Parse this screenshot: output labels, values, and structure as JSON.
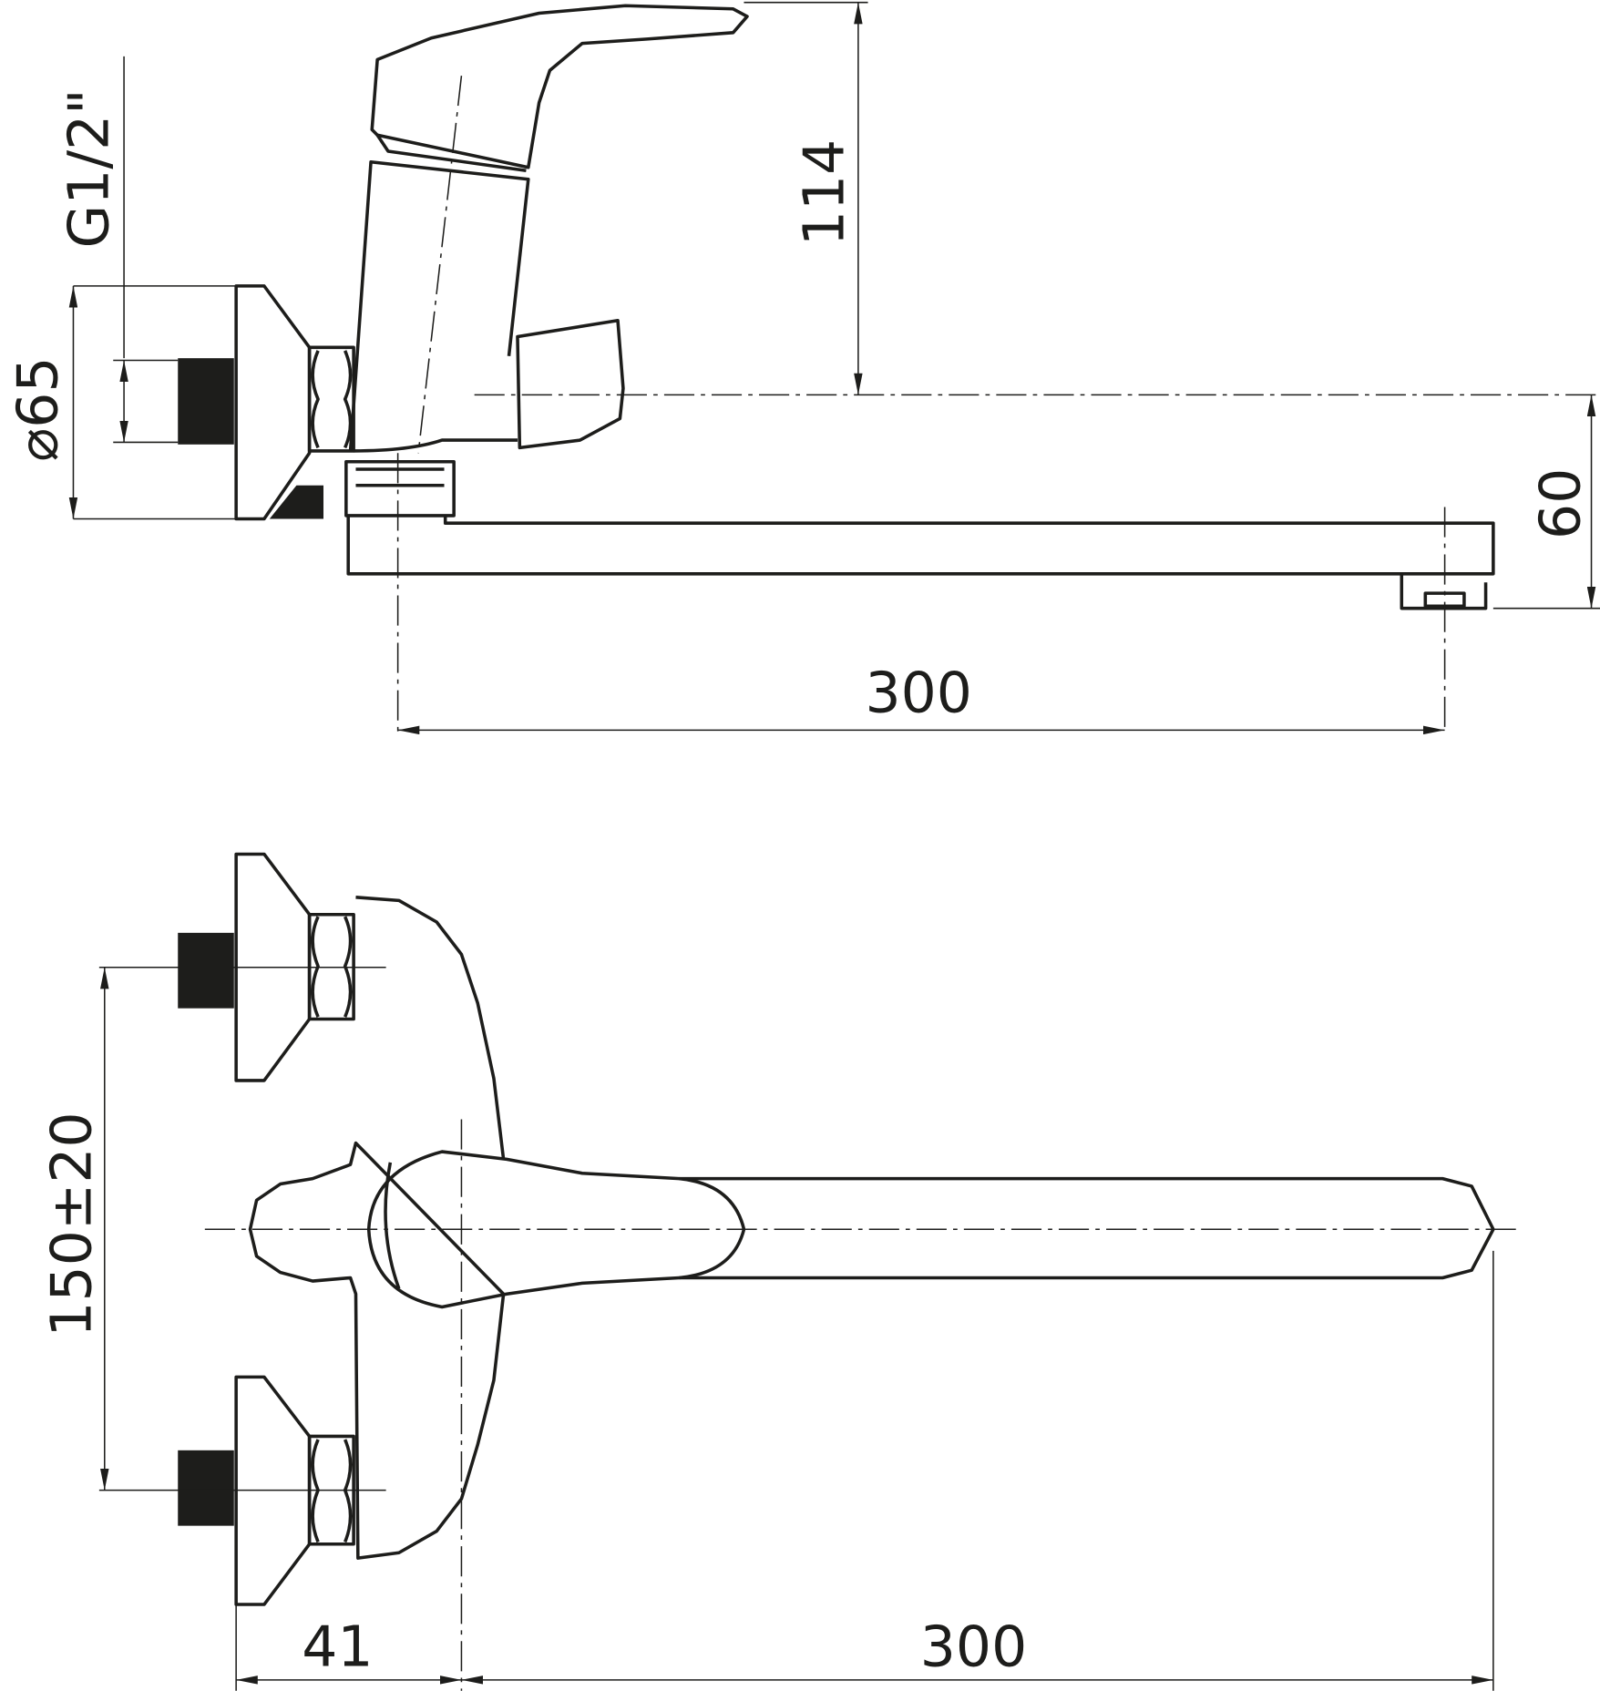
{
  "drawing": {
    "side_view": {
      "thread_label": "G1/2\"",
      "diameter_label": "⌀65",
      "lever_height": "114",
      "spout_height": "60",
      "spout_reach": "300"
    },
    "top_view": {
      "inlet_spacing": "150±20",
      "body_depth": "41",
      "spout_reach": "300"
    },
    "line_color": "#1d1d1b"
  }
}
